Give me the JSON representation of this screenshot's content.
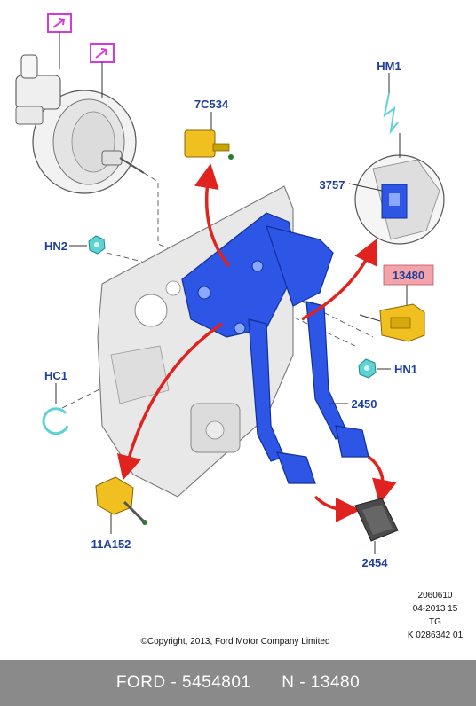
{
  "callouts": {
    "hm1": "HM1",
    "c7c534": "7C534",
    "c3757": "3757",
    "hn2": "HN2",
    "c13480": "13480",
    "hn1": "HN1",
    "hc1": "HC1",
    "c2450": "2450",
    "c11a152": "11A152",
    "c2454": "2454"
  },
  "meta": {
    "line1": "2060610",
    "line2": "04-2013 15",
    "line3": "TG",
    "line4": "K 0286342 01"
  },
  "copyright": "©Copyright, 2013, Ford Motor Company Limited",
  "footer": {
    "brand_part": "FORD - 5454801",
    "ref": "N - 13480"
  },
  "colors": {
    "assembly_blue": "#2d55e6",
    "arrow_red": "#e0231e",
    "highlight_pink": "#f4a3a8",
    "part_yellow": "#f0c020",
    "fastener_cyan": "#5fd3d3",
    "label_blue": "#1f3f9f",
    "footer_gray": "#8a8a8a",
    "view_magenta": "#d63ad6"
  },
  "icons": [
    "view-magnify-icon",
    "view-magnify-icon"
  ]
}
